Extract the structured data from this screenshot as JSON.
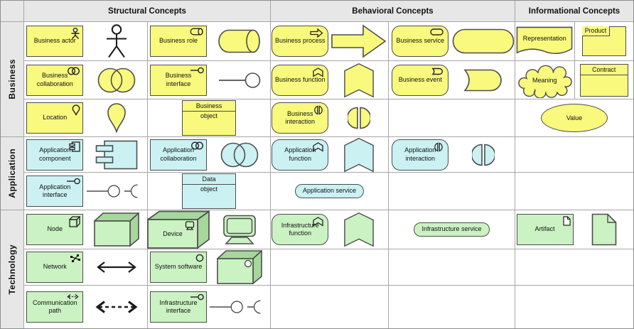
{
  "header": {
    "structural": "Structural Concepts",
    "behavioral": "Behavioral Concepts",
    "informational": "Informational Concepts"
  },
  "layers": [
    {
      "label": "Business",
      "fill": "#F8F97D",
      "fill_dark": "#DADB60"
    },
    {
      "label": "Application",
      "fill": "#CBF1F3",
      "fill_dark": "#A9D4D6"
    },
    {
      "label": "Technology",
      "fill": "#CBF2C2",
      "fill_dark": "#A6D79D"
    }
  ],
  "colors": {
    "header_bg": "#e7e7e7",
    "grid_line": "#a6a6a6",
    "shape_border": "#4d4d4d"
  },
  "rows": [
    {
      "layer": 0,
      "cells": [
        {
          "t": "pair",
          "el": {
            "k": "box",
            "label": "Business actor",
            "icon": "actor-icon"
          },
          "not": "actor"
        },
        {
          "t": "pair",
          "el": {
            "k": "box",
            "label": "Business role",
            "icon": "role-icon"
          },
          "not": "cylinder"
        },
        {
          "t": "pair",
          "el": {
            "k": "round",
            "label": "Business process",
            "icon": "process-icon"
          },
          "not": "process-arrow"
        },
        {
          "t": "pair",
          "el": {
            "k": "round",
            "label": "Business service",
            "icon": "service-icon"
          },
          "not": "service-pill"
        },
        {
          "t": "split",
          "left": {
            "k": "representation",
            "label": "Representation"
          },
          "right": {
            "k": "product",
            "label": "Product"
          }
        }
      ]
    },
    {
      "layer": 0,
      "cells": [
        {
          "t": "pair",
          "el": {
            "k": "box",
            "label": "Business collaboration",
            "icon": "collaboration-icon"
          },
          "not": "circles"
        },
        {
          "t": "pair",
          "el": {
            "k": "box",
            "label": "Business interface",
            "icon": "interface-icon"
          },
          "not": "lollipop"
        },
        {
          "t": "pair",
          "el": {
            "k": "round",
            "label": "Business function",
            "icon": "function-icon"
          },
          "not": "chevron"
        },
        {
          "t": "pair",
          "el": {
            "k": "round",
            "label": "Business event",
            "icon": "event-icon"
          },
          "not": "event-shape"
        },
        {
          "t": "split",
          "left": {
            "k": "cloud",
            "label": "Meaning"
          },
          "right": {
            "k": "contract",
            "label": "Contract"
          }
        }
      ]
    },
    {
      "layer": 0,
      "cells": [
        {
          "t": "pair",
          "el": {
            "k": "box",
            "label": "Location",
            "icon": "location-icon"
          },
          "not": "pin"
        },
        {
          "t": "center",
          "el": {
            "k": "object",
            "title": "Business",
            "body": "object"
          }
        },
        {
          "t": "pair",
          "el": {
            "k": "round",
            "label": "Business interaction",
            "icon": "interaction-icon"
          },
          "not": "split-circle"
        },
        {
          "t": "empty"
        },
        {
          "t": "center",
          "el": {
            "k": "ellipse",
            "label": "Value"
          }
        }
      ]
    },
    {
      "layer": 1,
      "cells": [
        {
          "t": "pair",
          "el": {
            "k": "box",
            "label": "Application component",
            "icon": "component-icon"
          },
          "not": "component"
        },
        {
          "t": "pair",
          "el": {
            "k": "box",
            "label": "Application collaboration",
            "icon": "collaboration-icon"
          },
          "not": "circles"
        },
        {
          "t": "pair",
          "el": {
            "k": "round",
            "label": "Application function",
            "icon": "function-icon"
          },
          "not": "chevron"
        },
        {
          "t": "pair",
          "el": {
            "k": "round",
            "label": "Application interaction",
            "icon": "interaction-icon"
          },
          "not": "split-circle"
        },
        {
          "t": "empty"
        }
      ]
    },
    {
      "layer": 1,
      "cells": [
        {
          "t": "pair",
          "el": {
            "k": "box",
            "label": "Application interface",
            "icon": "interface-icon"
          },
          "not": "interface-combo"
        },
        {
          "t": "center",
          "el": {
            "k": "object",
            "title": "Data",
            "body": "object"
          }
        },
        {
          "t": "center",
          "el": {
            "k": "pill",
            "label": "Application service"
          }
        },
        {
          "t": "empty"
        },
        {
          "t": "empty"
        }
      ]
    },
    {
      "layer": 2,
      "cells": [
        {
          "t": "pair",
          "el": {
            "k": "box",
            "label": "Node",
            "icon": "node-icon"
          },
          "not": "box3d"
        },
        {
          "t": "pair",
          "el": {
            "k": "box3d",
            "label": "Device",
            "icon": "device-icon"
          },
          "not": "monitor"
        },
        {
          "t": "pair",
          "el": {
            "k": "round",
            "label": "Infrastructure function",
            "icon": "function-icon"
          },
          "not": "chevron"
        },
        {
          "t": "center",
          "el": {
            "k": "pill",
            "label": "Infrastructure service"
          }
        },
        {
          "t": "pair",
          "el": {
            "k": "box",
            "label": "Artifact",
            "icon": "artifact-icon"
          },
          "not": "document"
        }
      ]
    },
    {
      "layer": 2,
      "cells": [
        {
          "t": "pair",
          "el": {
            "k": "box",
            "label": "Network",
            "icon": "network-icon"
          },
          "not": "double-arrow"
        },
        {
          "t": "pair",
          "el": {
            "k": "box",
            "label": "System software",
            "icon": "system-software-icon"
          },
          "not": "box3d-circle"
        },
        {
          "t": "empty"
        },
        {
          "t": "empty"
        },
        {
          "t": "empty"
        }
      ]
    },
    {
      "layer": 2,
      "cells": [
        {
          "t": "pair",
          "el": {
            "k": "box",
            "label": "Communication path",
            "icon": "communication-path-icon"
          },
          "not": "dashed-double-arrow"
        },
        {
          "t": "pair",
          "el": {
            "k": "box",
            "label": "Infrastructure interface",
            "icon": "interface-icon"
          },
          "not": "interface-combo"
        },
        {
          "t": "empty"
        },
        {
          "t": "empty"
        },
        {
          "t": "empty"
        }
      ]
    }
  ]
}
